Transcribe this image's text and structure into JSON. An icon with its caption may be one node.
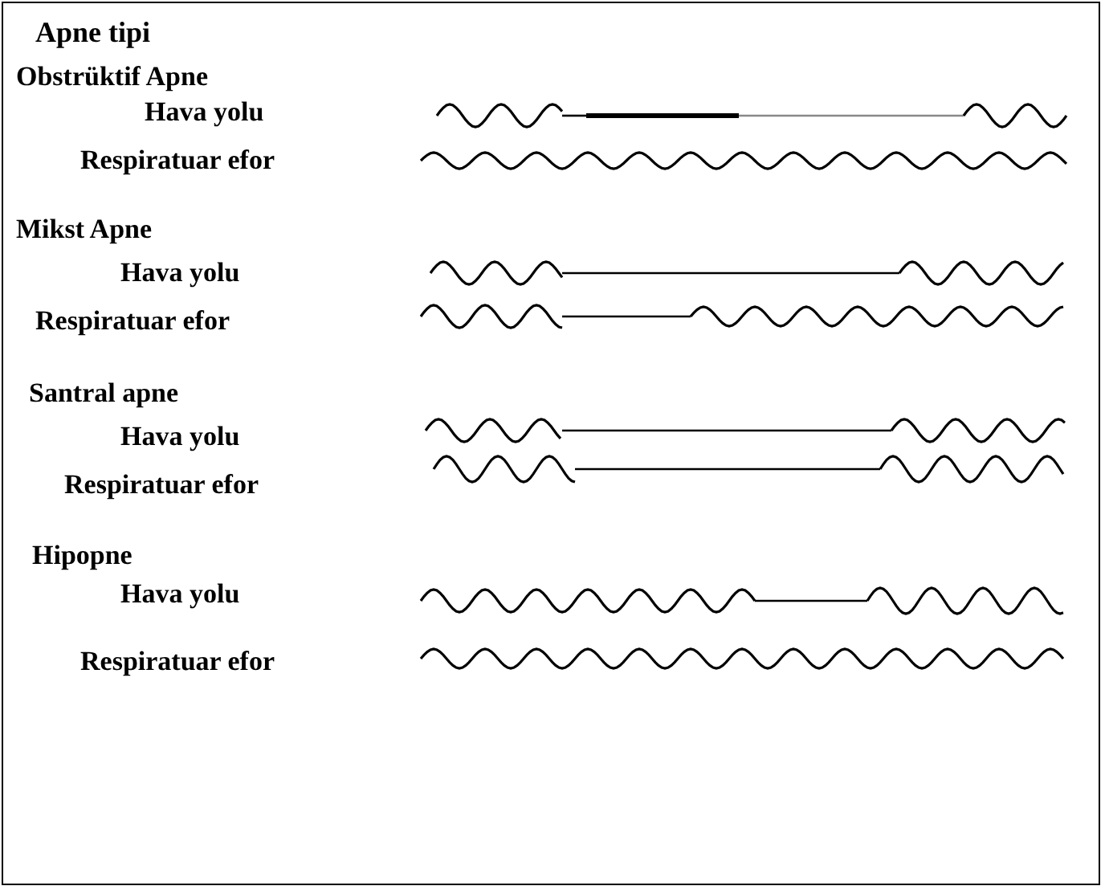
{
  "diagram": {
    "title": "Apne tipi",
    "labels": [
      "Obstrüktif Apne",
      "Hava yolu",
      "Respiratuar efor",
      "Mikst Apne",
      "Hava yolu",
      "Respiratuar efor",
      "Santral apne",
      "Hava yolu",
      "Respiratuar efor",
      "Hipopne",
      "Hava yolu",
      "Respiratuar efor"
    ]
  }
}
